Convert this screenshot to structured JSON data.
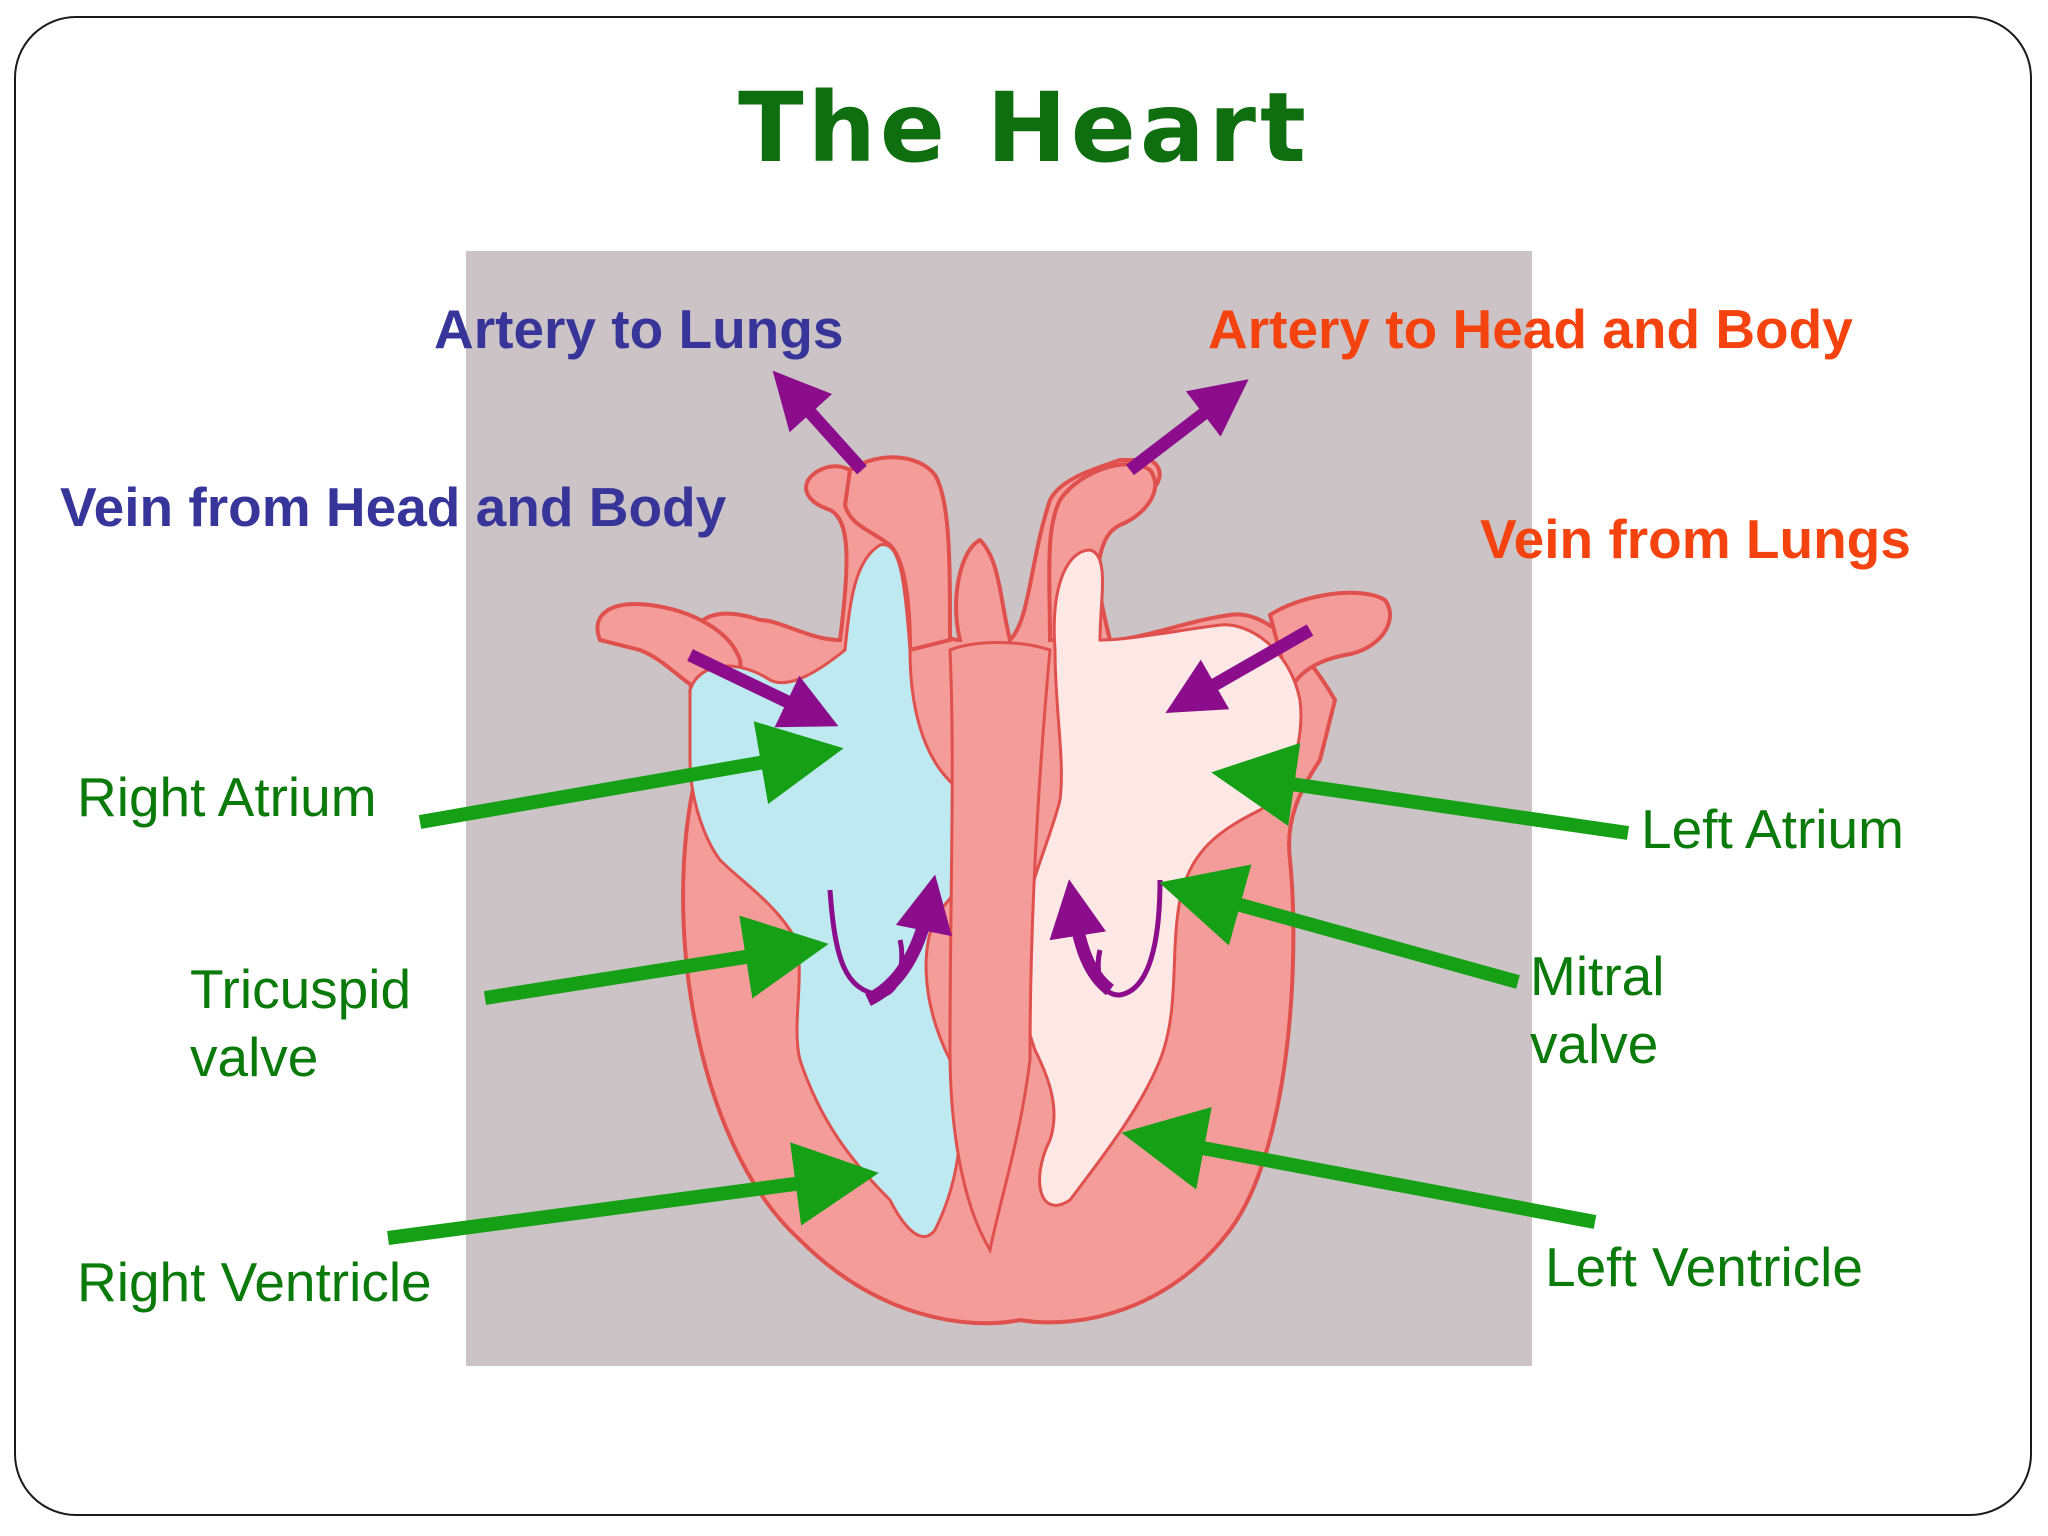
{
  "title": "The Heart",
  "colors": {
    "title": "#0f6e0f",
    "label_green": "#0a7a0a",
    "deoxygenated_label": "#37349a",
    "oxygenated_label": "#f5430f",
    "pointer_arrow": "#16a016",
    "flow_arrow": "#8b0d8b",
    "panel_background": "#cbc3c6",
    "heart_wall": "#f39c9a",
    "heart_outline": "#e0504d",
    "right_side_blood": "#bfe9f0",
    "left_side_blood": "#fde8e6"
  },
  "labels": {
    "artery_to_lungs": "Artery to Lungs",
    "artery_to_head_body": "Artery to Head and Body",
    "vein_from_head_body": "Vein from Head and Body",
    "vein_from_lungs": "Vein from Lungs",
    "right_atrium": "Right Atrium",
    "left_atrium": "Left Atrium",
    "tricuspid_valve": [
      "Tricuspid",
      "valve"
    ],
    "mitral_valve": [
      "Mitral",
      "valve"
    ],
    "right_ventricle": "Right Ventricle",
    "left_ventricle": "Left Ventricle"
  }
}
